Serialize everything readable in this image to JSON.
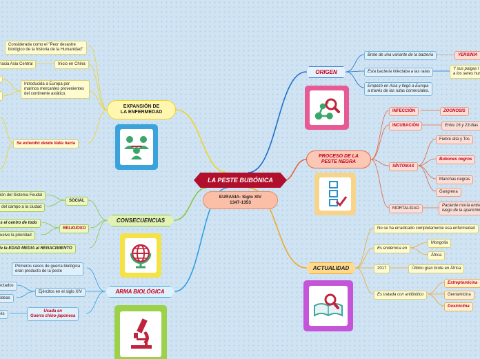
{
  "center": {
    "title": "LA PESTE BUBÓNICA",
    "subtitle": "EURASIA- Siglo XIV\n1347-1353"
  },
  "origen": {
    "label": "ORIGEN",
    "items": [
      {
        "text": "Brote de una variante de la bacteria",
        "child": "YERSINIA"
      },
      {
        "text": "Esta bacteria infectaba a las ratas",
        "child": "Y sus pulgas l\na los seres hum"
      },
      {
        "text": "Empezó en Asia y llegó a Europa\na través de las rutas comerciales."
      }
    ]
  },
  "proceso": {
    "label": "PROCESO DE LA\nPESTE NEGRA",
    "infeccion": {
      "label": "INFECCIÓN",
      "child": "ZOONOSIS"
    },
    "incubacion": {
      "label": "INCUBACIÓN",
      "child": "Entre 16 y 23 dias"
    },
    "sintomas": {
      "label": "SÍNTOMAS",
      "items": [
        "Fiebre alta y Tos",
        "Bubones negros",
        "Manchas negras",
        "Gangrena"
      ]
    },
    "mortalidad": {
      "label": "MORTALIDAD",
      "child": "Paciente moría entre\nluego de la aparición"
    }
  },
  "actualidad": {
    "label": "ACTUALIDAD",
    "erradicado": "No se ha erradicado completamente esa enfermedad",
    "endemica": {
      "label": "Es endémica en",
      "items": [
        "Mongolia",
        "África"
      ]
    },
    "anio": {
      "label": "2017",
      "child": "Último gran brote en África"
    },
    "antibiotico": {
      "label": "Es tratada con antibiótico",
      "items": [
        "Estreptomicina",
        "Gentamicina",
        "Doxiciclina"
      ]
    }
  },
  "expansion": {
    "label": "EXPANSIÓN DE\nLA ENFERMEDAD",
    "peor": "Considerada como el \"Peor desastre\nbiológico de la historia de la Humanidad\"",
    "inicio": {
      "label": "Inicio en China",
      "child": "hacia Asia Central"
    },
    "introducida": "Introducida a Europa por\nmarinos mercantes provenientes\ndel continente asiático.",
    "italia": "Se extendió desde Italia hacia"
  },
  "consecuencias": {
    "label": "CONSECUENCIAS",
    "social": {
      "label": "SOCIAL",
      "items": [
        "ción del Sistema Feudal",
        "n del campo a la ciudad"
      ]
    },
    "religioso": {
      "label": "RELIGIOSO",
      "items": [
        "es el centro de todo",
        "vuelve la prioridad"
      ]
    },
    "transicion": "de la EDAD MEDIA al RENACIMIENTO"
  },
  "arma": {
    "label": "ARMA BIOLÓGICA",
    "primeros": "Primeros casos de guerra biológica\neran producto de la peste",
    "ejercitos": {
      "label": "Ejércitos en el siglo XIV",
      "items": [
        "fectados",
        "aldeas"
      ]
    },
    "usada": {
      "label": "Usada en\nGuerra chino-japonesa",
      "child": "nés"
    }
  },
  "icons": [
    "network-magnifier-icon",
    "checklist-icon",
    "book-magnifier-icon",
    "people-icon",
    "globe-icon",
    "microscope-icon"
  ],
  "colors": {
    "center": "#b0102c",
    "origen": "#1a6fc9",
    "proceso": "#e4643b",
    "actualidad": "#f0a92a",
    "expansion": "#f2d21f",
    "consecuencias": "#8bc43a",
    "arma": "#2f9ee0"
  }
}
